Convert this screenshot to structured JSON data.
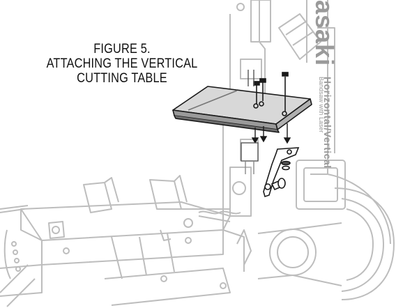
{
  "caption": {
    "line1": "FIGURE 5.",
    "line2": "ATTACHING THE VERTICAL",
    "line3": "CUTTING TABLE"
  },
  "machine_branding": {
    "brand": "asaki",
    "model": "Horizontal/Vertical",
    "type": "Bandsaw with Laser"
  },
  "colors": {
    "outline": "#1a1a1a",
    "ghost": "#bdbdbd",
    "table_fill": "#d6d6d6",
    "table_dark": "#8a8a8a"
  }
}
